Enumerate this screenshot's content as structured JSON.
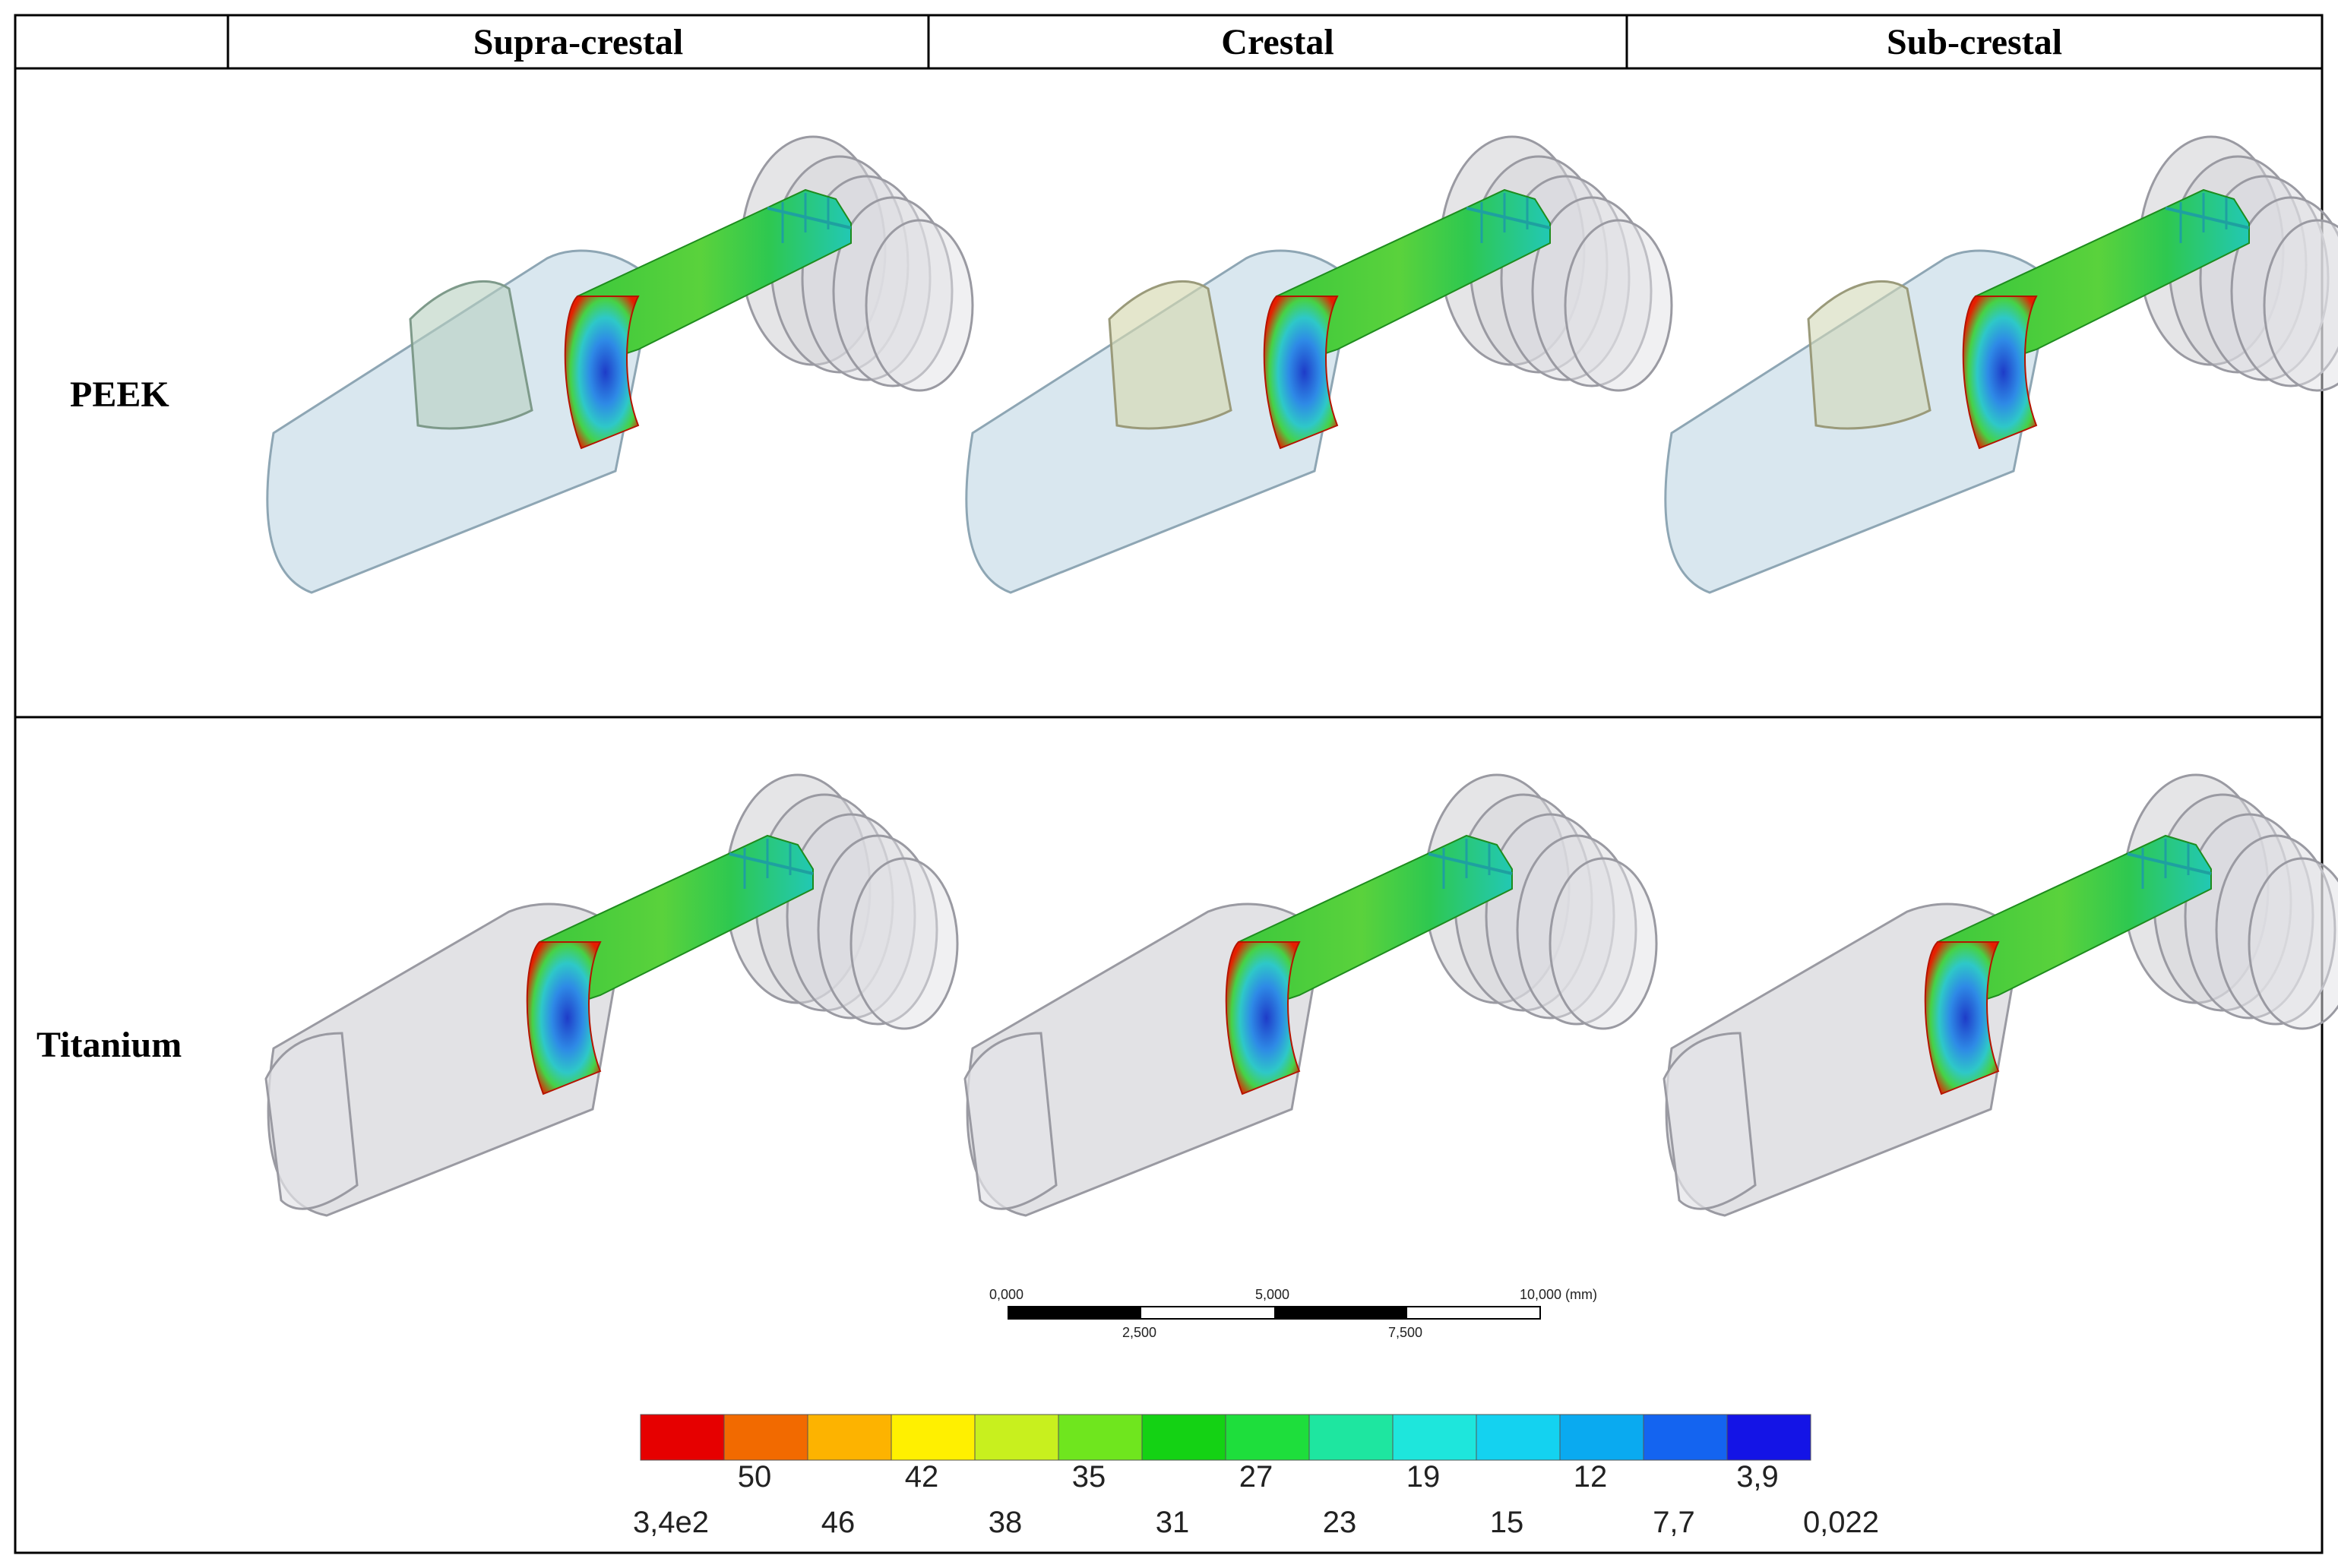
{
  "columns": [
    "Supra-crestal",
    "Crestal",
    "Sub-crestal"
  ],
  "rows": [
    "PEEK",
    "Titanium"
  ],
  "scale_bar": {
    "top_labels": [
      "0,000",
      "5,000",
      "10,000 (mm)"
    ],
    "bottom_labels": [
      "2,500",
      "7,500"
    ]
  },
  "legend": {
    "colors": [
      "#e60000",
      "#f26a00",
      "#fdb300",
      "#fff000",
      "#c8f01e",
      "#6fe61e",
      "#14d214",
      "#1ede3c",
      "#1ee6a0",
      "#1ee6dc",
      "#14d2f0",
      "#0aaaf0",
      "#1464f0",
      "#1414e6"
    ],
    "top_labels": [
      "50",
      "42",
      "35",
      "27",
      "19",
      "12",
      "3,9"
    ],
    "bottom_labels": [
      "3,4e2",
      "46",
      "38",
      "31",
      "23",
      "15",
      "7,7",
      "0,022"
    ]
  },
  "colors": {
    "peek_body": "#c9dde8",
    "titanium_body": "#d8d8dc",
    "implant_hot": "#e60000",
    "implant_mid": "#2ec82e",
    "implant_cool": "#22c8b0",
    "implant_core": "#2b6fe0"
  }
}
